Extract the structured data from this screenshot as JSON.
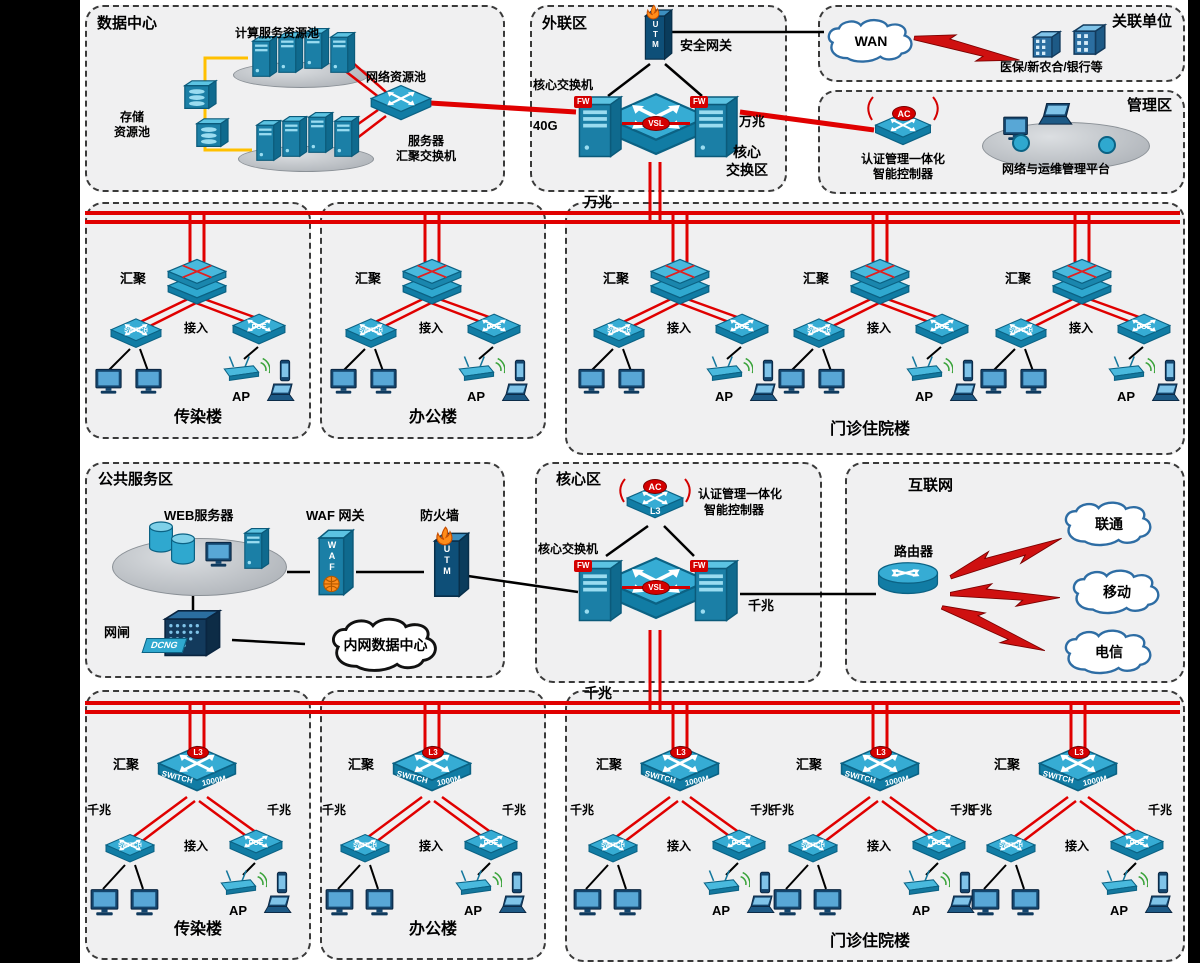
{
  "bus": {
    "top": "万兆",
    "bottom": "千兆"
  },
  "common": {
    "aggregation": "汇聚",
    "access": "接入",
    "ap": "AP",
    "gigabit": "千兆",
    "switch": "SWITCH",
    "m1000": "1000M",
    "poe": "POE",
    "l3": "L3",
    "ac": "AC",
    "fw": "FW",
    "vsl": "VSL",
    "utm": "UTM",
    "waf": "WAF",
    "dcng": "DCNG"
  },
  "datacenter": {
    "title": "数据中心",
    "compute_pool": "计算服务资源池",
    "network_pool": "网络资源池",
    "storage_pool_line1": "存储",
    "storage_pool_line2": "资源池",
    "server_agg_line1": "服务器",
    "server_agg_line2": "汇聚交换机"
  },
  "external_zone": {
    "title": "外联区",
    "security_gateway": "安全网关",
    "core_switch": "核心交换机",
    "link_40g": "40G",
    "link_10g": "万兆",
    "core_area_line1": "核心",
    "core_area_line2": "交换区"
  },
  "partners": {
    "title": "关联单位",
    "wan": "WAN",
    "orgs": "医保/新农合/银行等"
  },
  "management": {
    "title": "管理区",
    "controller_line1": "认证管理一体化",
    "controller_line2": "智能控制器",
    "platform": "网络与运维管理平台"
  },
  "public_service": {
    "title": "公共服务区",
    "web_server": "WEB服务器",
    "waf_gateway": "WAF 网关",
    "firewall": "防火墙",
    "isolation_gap": "网闸",
    "intranet_dc": "内网数据中心"
  },
  "core_zone": {
    "title": "核心区",
    "controller_line1": "认证管理一体化",
    "controller_line2": "智能控制器",
    "core_switch": "核心交换机",
    "link_1g": "千兆"
  },
  "internet_zone": {
    "title": "互联网",
    "router": "路由器",
    "isps": [
      "联通",
      "移动",
      "电信"
    ]
  },
  "buildings": {
    "infectious": "传染楼",
    "office": "办公楼",
    "outpatient": "门诊住院楼"
  },
  "colors": {
    "trunk_red": "#e00000",
    "storage_yellow": "#ffc000",
    "device_teal": "#2fa8cf",
    "line_black": "#000000"
  }
}
